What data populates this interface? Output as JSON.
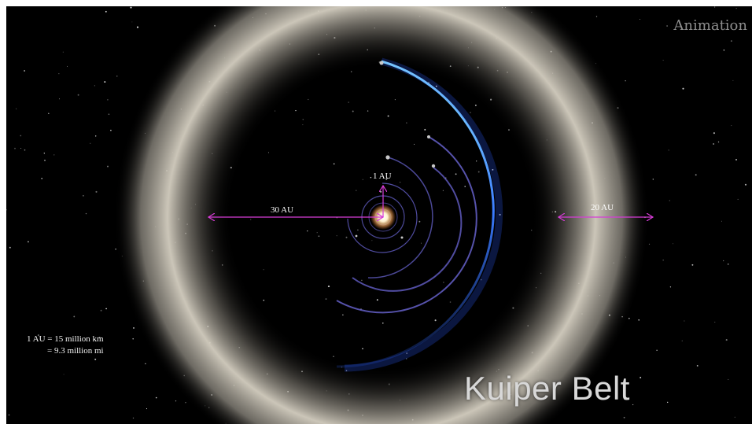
{
  "corner_label": "Animation",
  "title": "Kuiper Belt",
  "scale_labels": {
    "earth_distance": "1 AU",
    "neptune_distance": "30 AU",
    "belt_width": "20 AU"
  },
  "conversion_note": {
    "line1": "1 AU = 15  million km",
    "line2": "= 9.3 million mi"
  },
  "colors": {
    "background": "#000000",
    "belt": "#cfc8b8",
    "arrow": "#d63cd6",
    "orbit": "#5a5fd0",
    "neptune_orbit": "#3a7bff",
    "sun": "#fff2d0"
  }
}
